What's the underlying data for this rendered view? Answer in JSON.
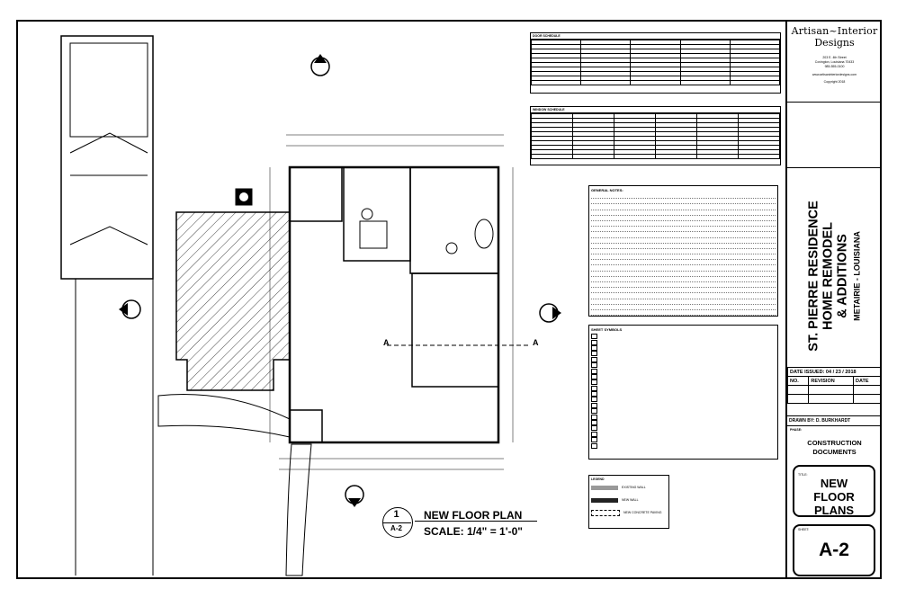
{
  "title_block": {
    "company_line1": "Artisan~Interior",
    "company_line2": "Designs",
    "address_line1": "203 E. 4th Street",
    "address_line2": "Covington, Louisiana 70433",
    "address_line3": "985-555-0100",
    "website": "www.artisaninteriordesigns.com",
    "copyright": "Copyright 2018",
    "project_line1": "ST. PIERRE RESIDENCE",
    "project_line2": "HOME REMODEL",
    "project_line3": "& ADDITIONS",
    "project_location": "METAIRIE - LOUISIANA",
    "date_issued": "DATE ISSUED: 04 / 23 / 2018",
    "rev_headers": [
      "NO.",
      "REVISION",
      "DATE"
    ],
    "drawn_by": "DRAWN BY: D. BURKHARDT",
    "phase_label": "PHASE:",
    "phase_line1": "CONSTRUCTION",
    "phase_line2": "DOCUMENTS",
    "title_label": "TITLE:",
    "sheet_title_line1": "NEW",
    "sheet_title_line2": "FLOOR PLANS",
    "sheet_label": "SHEET:",
    "sheet_number": "A-2"
  },
  "drawing_title": {
    "number": "1",
    "sheet_ref": "A-2",
    "name": "NEW FLOOR PLAN",
    "scale": "SCALE: 1/4\" = 1'-0\""
  },
  "door_schedule_title": "DOOR SCHEDULE",
  "window_schedule_title": "WINDOW SCHEDULE",
  "general_notes_title": "GENERAL NOTES:",
  "symbols_title": "SHEET SYMBOLS",
  "legend": {
    "title": "LEGEND",
    "existing_wall": "EXISTING WALL",
    "new_wall": "NEW WALL",
    "new_concrete": "NEW CONCRETE PAVING"
  },
  "section_marks": {
    "left": "A",
    "right": "A"
  }
}
